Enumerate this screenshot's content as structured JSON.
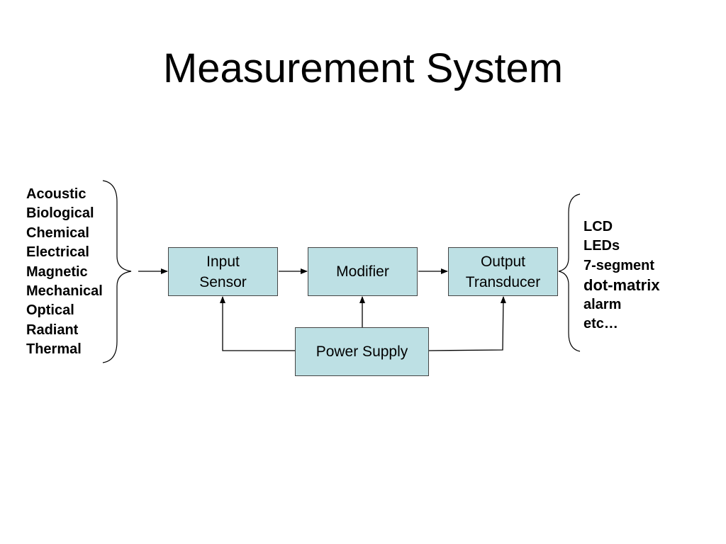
{
  "title": "Measurement System",
  "inputs": [
    "Acoustic",
    "Biological",
    "Chemical",
    "Electrical",
    "Magnetic",
    "Mechanical",
    "Optical",
    "Radiant",
    "Thermal"
  ],
  "outputs": [
    "LCD",
    "LEDs",
    "7-segment",
    "dot-matrix",
    "alarm",
    "etc…"
  ],
  "blocks": {
    "input_sensor": "Input\nSensor",
    "modifier": "Modifier",
    "output_transducer": "Output\nTransducer",
    "power_supply": "Power Supply"
  },
  "colors": {
    "block_fill": "#bde0e4",
    "line": "#000000"
  }
}
